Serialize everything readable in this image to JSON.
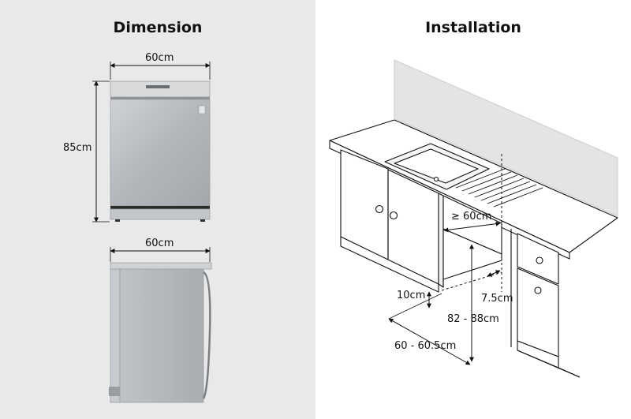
{
  "dimension": {
    "title": "Dimension",
    "front_width": "60cm",
    "front_height": "85cm",
    "side_width": "60cm"
  },
  "installation": {
    "title": "Installation",
    "min_width": "≥ 60cm",
    "height_range": "82 - 88cm",
    "depth_range": "60 - 60.5cm",
    "toe_kick": "10cm",
    "gap": "7.5cm"
  },
  "colors": {
    "left_background": "#e9e9e9",
    "steel": "#b8bcc0",
    "line": "#111111"
  }
}
